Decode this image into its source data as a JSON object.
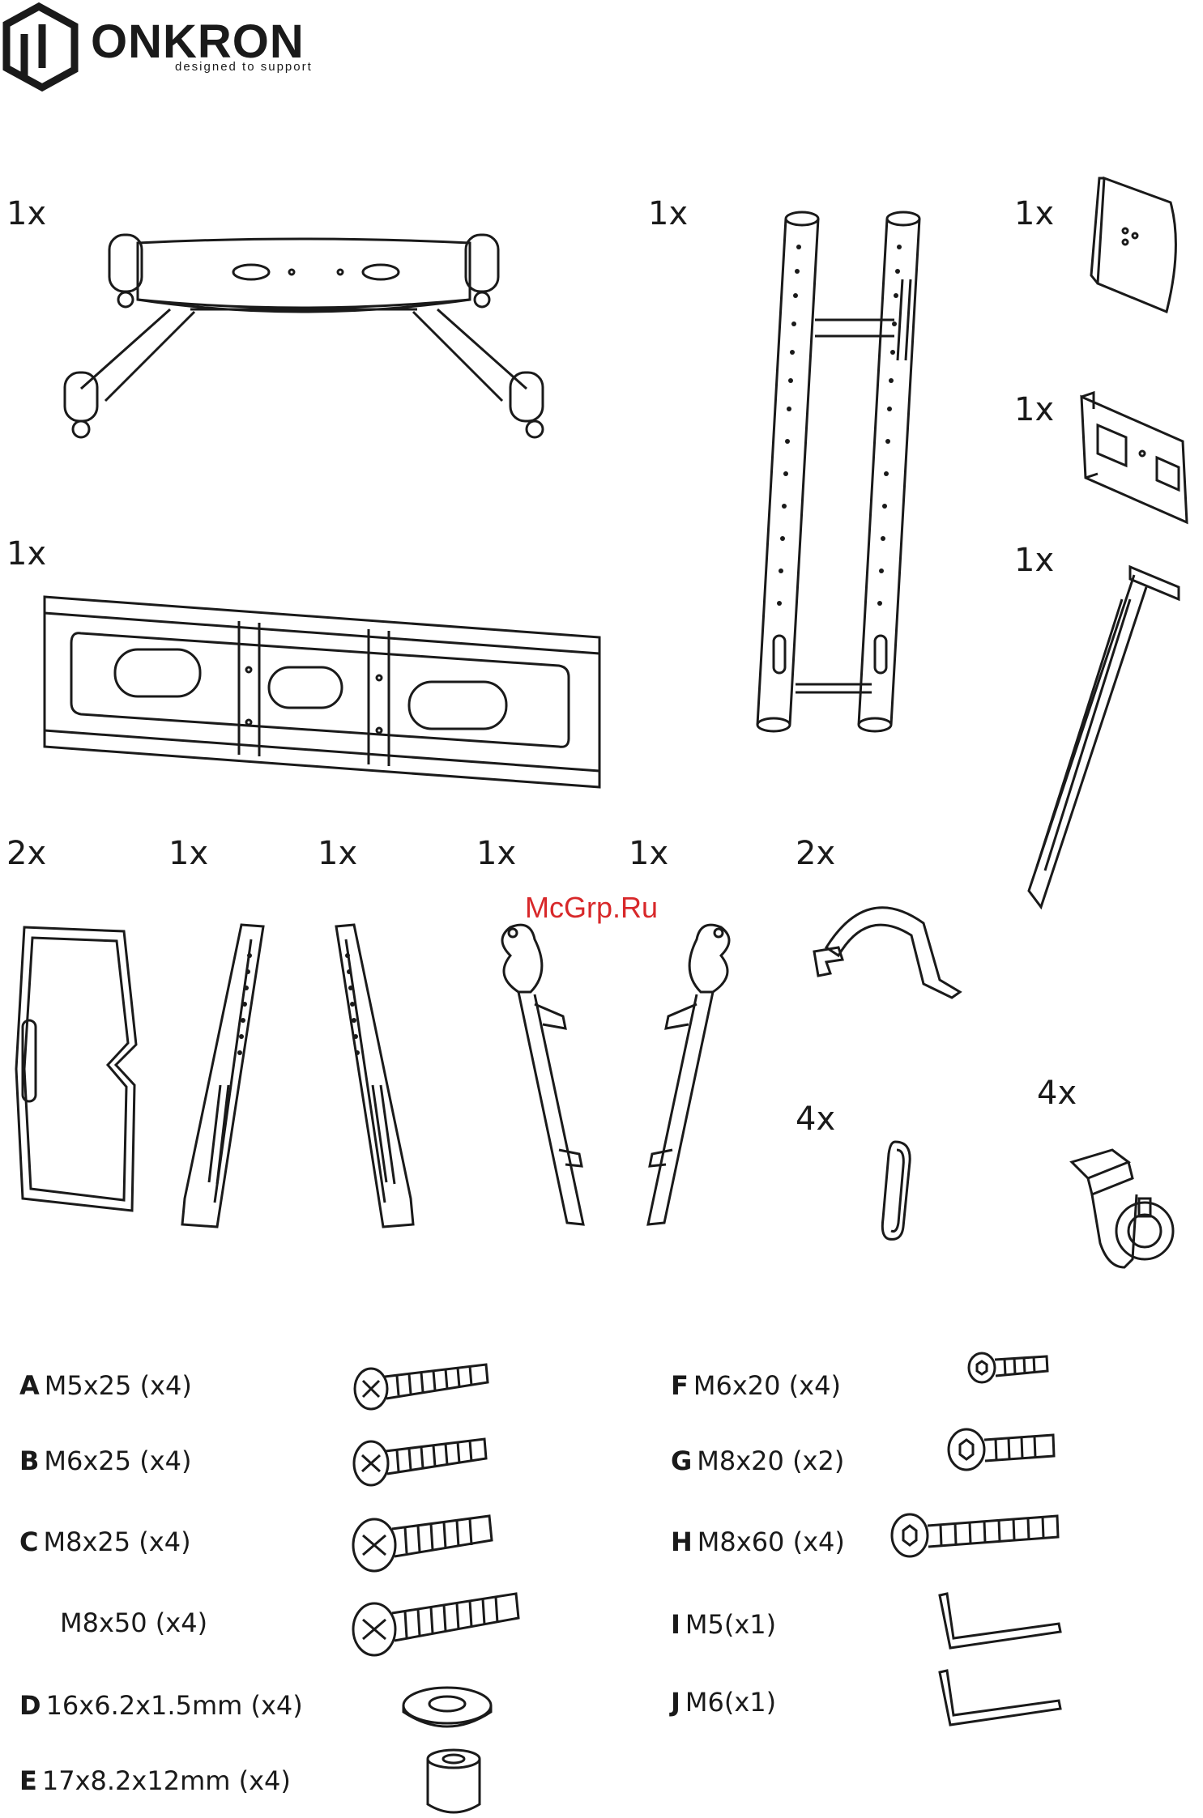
{
  "brand": {
    "name": "ONKRON",
    "tagline": "designed to support"
  },
  "watermark": "McGrp.Ru",
  "quantities": {
    "base": "1x",
    "columns": "1x",
    "plate_top": "1x",
    "bracket": "1x",
    "side_arm": "1x",
    "crossbar": "1x",
    "cover": "2x",
    "arm_left": "1x",
    "arm_right": "1x",
    "clamp_left": "1x",
    "clamp_right": "1x",
    "strap": "2x",
    "cap": "4x",
    "caster": "4x"
  },
  "hardware": [
    {
      "code": "A",
      "spec": "M5x25 (x4)"
    },
    {
      "code": "B",
      "spec": "M6x25 (x4)"
    },
    {
      "code": "C",
      "spec": "M8x25 (x4)"
    },
    {
      "code": "",
      "spec": "M8x50 (x4)"
    },
    {
      "code": "D",
      "spec": "16x6.2x1.5mm (x4)"
    },
    {
      "code": "E",
      "spec": "17x8.2x12mm (x4)"
    },
    {
      "code": "F",
      "spec": "M6x20 (x4)"
    },
    {
      "code": "G",
      "spec": "M8x20 (x2)"
    },
    {
      "code": "H",
      "spec": "M8x60 (x4)"
    },
    {
      "code": "I",
      "spec": "M5(x1)"
    },
    {
      "code": "J",
      "spec": "M6(x1)"
    }
  ]
}
